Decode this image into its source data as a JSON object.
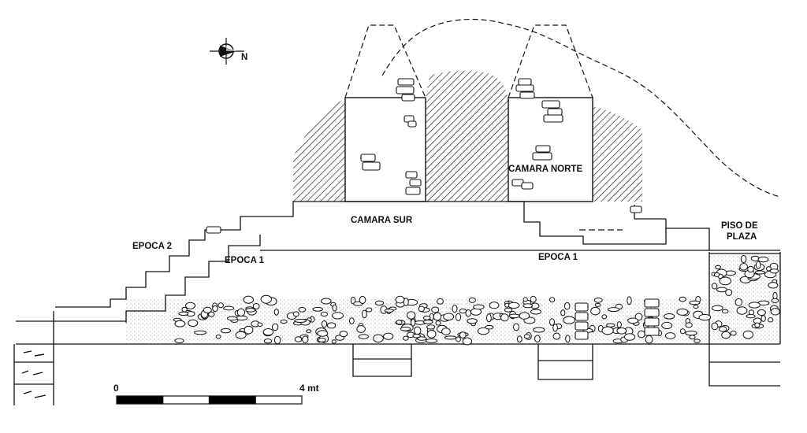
{
  "labels": {
    "camara_sur": "CAMARA SUR",
    "camara_norte": "CAMARA NORTE",
    "epoca_2": "EPOCA 2",
    "epoca_1_left": "EPOCA 1",
    "epoca_1_right": "EPOCA 1",
    "piso_de": "PISO DE",
    "plaza": "PLAZA"
  },
  "north_arrow": {
    "letter": "N",
    "icon": "north-arrow-icon"
  },
  "scale_bar": {
    "start_label": "0",
    "end_label": "4 mt",
    "segments": 4,
    "colors": [
      "#000000",
      "#ffffff",
      "#000000",
      "#ffffff"
    ]
  },
  "colors": {
    "ink": "#111111",
    "paper": "#ffffff"
  }
}
